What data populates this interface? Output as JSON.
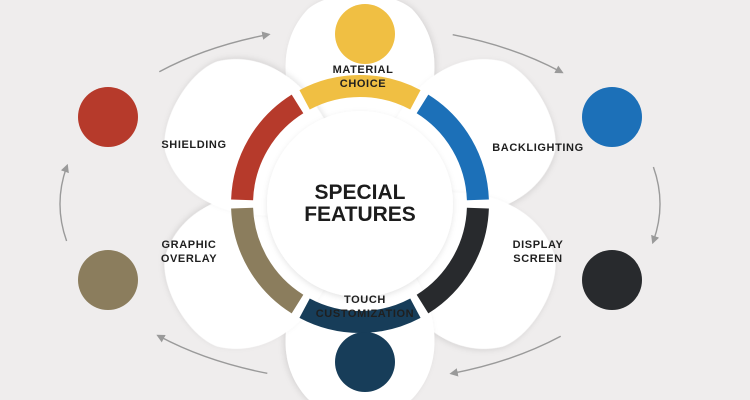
{
  "center": {
    "line1": "SPECIAL",
    "line2": "FEATURES"
  },
  "features": [
    {
      "label_lines": [
        "MATERIAL",
        "CHOICE"
      ],
      "color": "#f0bf43"
    },
    {
      "label_lines": [
        "BACKLIGHTING"
      ],
      "color": "#1c70b8"
    },
    {
      "label_lines": [
        "DISPLAY",
        "SCREEN"
      ],
      "color": "#282a2d"
    },
    {
      "label_lines": [
        "TOUCH",
        "CUSTOMIZATION"
      ],
      "color": "#173d59"
    },
    {
      "label_lines": [
        "GRAPHIC",
        "OVERLAY"
      ],
      "color": "#8b7d5d"
    },
    {
      "label_lines": [
        "SHIELDING"
      ],
      "color": "#b63a2b"
    }
  ]
}
